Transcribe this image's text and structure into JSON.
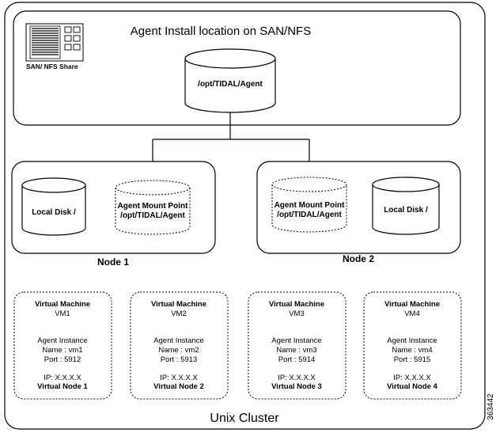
{
  "san_box": {
    "title": "Agent Install location on SAN/NFS",
    "share_label": "SAN/ NFS Share",
    "cylinder_label": "/opt/TIDAL/Agent"
  },
  "nodes": [
    {
      "name": "Node 1",
      "local_disk": "Local Disk /",
      "mount_title": "Agent Mount Point",
      "mount_path": "/opt/TIDAL/Agent"
    },
    {
      "name": "Node 2",
      "local_disk": "Local  Disk /",
      "mount_title": "Agent Mount Point",
      "mount_path": "/opt/TIDAL/Agent"
    }
  ],
  "vms": [
    {
      "title": "Virtual Machine",
      "vm": "VM1",
      "instance": "Agent Instance",
      "name": "Name : vm1",
      "port": "Port : 5912",
      "ip": "IP: X.X.X.X",
      "vnode": "Virtual Node 1"
    },
    {
      "title": "Virtual Machine",
      "vm": "VM2",
      "instance": "Agent Instance",
      "name": "Name : vm2",
      "port": "Port : 5913",
      "ip": "IP: X.X.X.X",
      "vnode": "Virtual Node 2"
    },
    {
      "title": "Virtual Machine",
      "vm": "VM3",
      "instance": "Agent Instance",
      "name": "Name : vm3",
      "port": "Port : 5914",
      "ip": "IP: X.X.X.X",
      "vnode": "Virtual Node 3"
    },
    {
      "title": "Virtual Machine",
      "vm": "VM4",
      "instance": "Agent Instance",
      "name": "Name : vm4",
      "port": "Port : 5915",
      "ip": "IP: X.X.X.X",
      "vnode": "Virtual Node 4"
    }
  ],
  "cluster_label": "Unix Cluster",
  "figure_id": "363442"
}
